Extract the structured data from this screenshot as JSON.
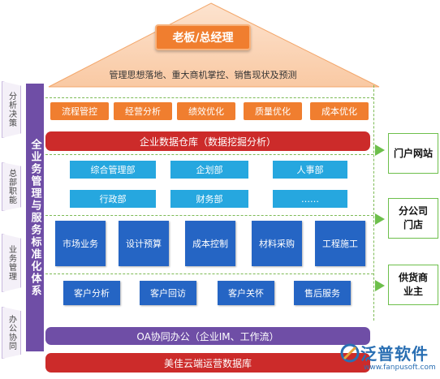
{
  "roof": {
    "boss_label": "老板/总经理",
    "subtitle": "管理思想落地、重大商机掌控、销售现状及预测"
  },
  "side_tags": [
    "分析决策",
    "总部职能",
    "业务管理",
    "办公协同"
  ],
  "pillar_label": "全业务管理与服务标准化体系",
  "analysis_items": [
    "流程管控",
    "经营分析",
    "绩效优化",
    "质量优化",
    "成本优化"
  ],
  "warehouse_label": "企业数据仓库（数据挖掘分析）",
  "departments_row1": [
    "综合管理部",
    "企划部",
    "人事部"
  ],
  "departments_row2": [
    "行政部",
    "财务部",
    "……"
  ],
  "business_items": [
    "市场业务",
    "设计预算",
    "成本控制",
    "材料采购",
    "工程施工"
  ],
  "customer_items": [
    "客户分析",
    "客户回访",
    "客户关怀",
    "售后服务"
  ],
  "oa_label": "OA协同办公（企业IM、工作流）",
  "cloud_label": "美佳云端运营数据库",
  "right_boxes": [
    "门户网站",
    "分公司门店",
    "供货商业主"
  ],
  "logo": {
    "name": "泛普软件",
    "url": "www.fanpusoft.com"
  },
  "colors": {
    "orange": "#f07e2f",
    "red": "#cc2b2a",
    "cyan": "#26a7df",
    "blue": "#2565c4",
    "purple": "#6f4ea6",
    "green": "#6dbf4b",
    "roof": "#fbd3b4"
  }
}
